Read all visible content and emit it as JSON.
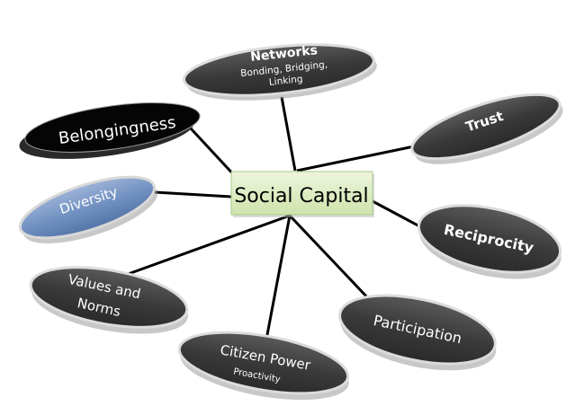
{
  "center": {
    "label": "Social Capital"
  },
  "nodes": {
    "networks": {
      "label": "Networks",
      "sub1": "Bonding, Bridging,",
      "sub2": "Linking"
    },
    "trust": {
      "label": "Trust"
    },
    "belongingness": {
      "label": "Belongingness"
    },
    "diversity": {
      "label": "Diversity"
    },
    "reciprocity": {
      "label": "Reciprocity"
    },
    "values_norms": {
      "label1": "Values and",
      "label2": "Norms"
    },
    "citizen_power": {
      "label": "Citizen Power",
      "sub": "Proactivity"
    },
    "participation": {
      "label": "Participation"
    }
  },
  "colors": {
    "node_dark": "#3a3a3a",
    "node_black": "#050505",
    "node_blue": "#6f8fc0",
    "center_fill": "#dcecc0",
    "connector": "#000000"
  }
}
